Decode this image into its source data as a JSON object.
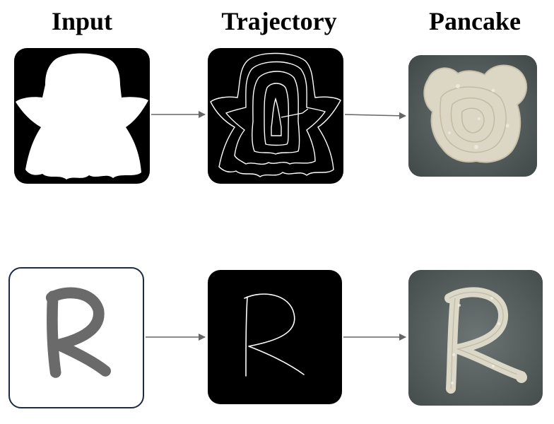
{
  "headers": {
    "input": "Input",
    "trajectory": "Trajectory",
    "pancake": "Pancake"
  },
  "rows": [
    {
      "input": {
        "kind": "silhouette",
        "shape": "bear-head-with-arms"
      },
      "trajectory": {
        "kind": "spiral-contours"
      },
      "pancake": {
        "kind": "photo",
        "shape": "bear-head"
      }
    },
    {
      "input": {
        "kind": "drawing",
        "glyph": "R"
      },
      "trajectory": {
        "kind": "line-drawing",
        "glyph": "R"
      },
      "pancake": {
        "kind": "photo",
        "glyph": "R"
      }
    }
  ],
  "colors": {
    "arrow": "#666666",
    "border": "#1f2a44",
    "glyph_gray": "#6a6a6a",
    "pan_dark": "#4a5454",
    "batter": "#ddd8c6"
  }
}
